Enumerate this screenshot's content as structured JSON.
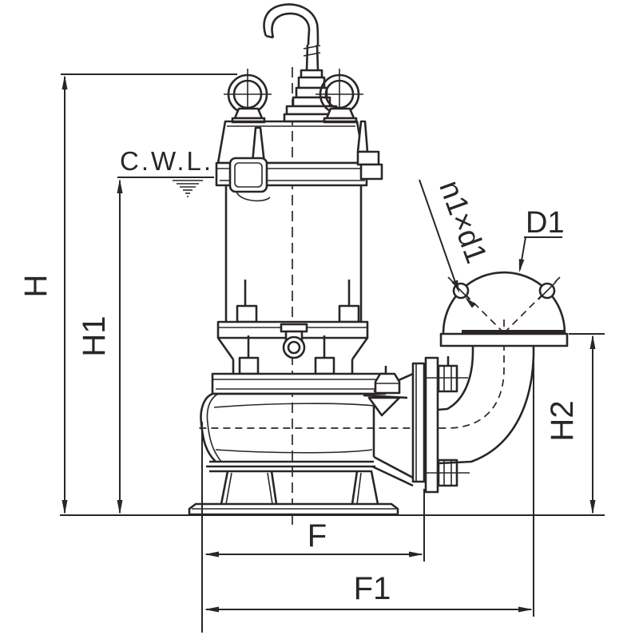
{
  "diagram": {
    "labels": {
      "height_total": "H",
      "height_water_level": "H1",
      "height_discharge": "H2",
      "width_to_flange": "F",
      "width_total": "F1",
      "outlet_diameter": "D1",
      "bolt_holes": "n1×d1",
      "water_level": "C.W.L."
    },
    "colors": {
      "line": "#2a2627",
      "background": "#ffffff"
    }
  }
}
